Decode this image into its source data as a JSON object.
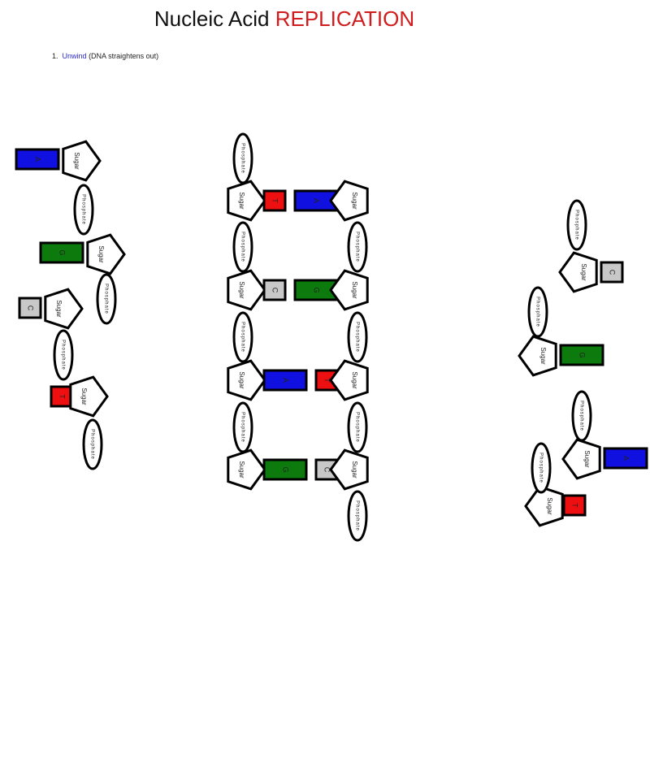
{
  "title": {
    "main": "Nucleic Acid",
    "accent": "REPLICATION"
  },
  "step": {
    "number": "1.",
    "keyword": "Unwind",
    "detail": "(DNA straightens out)"
  },
  "labels": {
    "sugar": "Sugar",
    "phosphate": "Phosphate"
  },
  "base_colors": {
    "A": "#1010e0",
    "T": "#ee1010",
    "G": "#0c7a0c",
    "C": "#c8c8c8"
  },
  "ladder": {
    "rungs": [
      {
        "left": "T",
        "right": "A"
      },
      {
        "left": "C",
        "right": "G"
      },
      {
        "left": "A",
        "right": "T"
      },
      {
        "left": "G",
        "right": "C"
      }
    ]
  },
  "left_loose": [
    {
      "base": "A"
    },
    {
      "base": "G"
    },
    {
      "base": "C"
    },
    {
      "base": "T"
    }
  ],
  "right_loose": [
    {
      "base": "C"
    },
    {
      "base": "G"
    },
    {
      "base": "A"
    },
    {
      "base": "T"
    }
  ]
}
